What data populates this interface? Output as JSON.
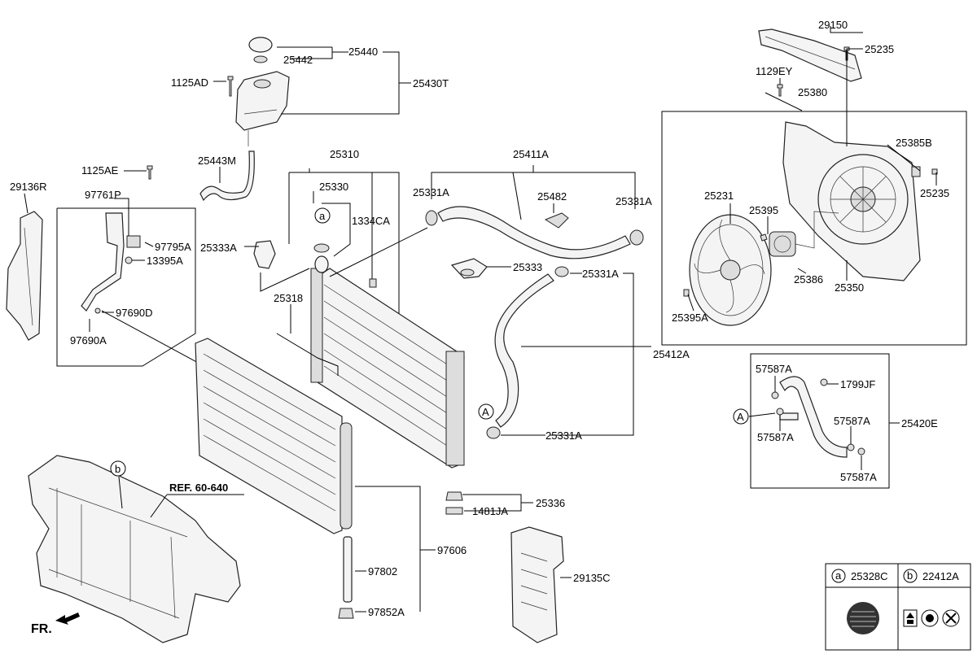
{
  "labels": {
    "p29150": "29150",
    "p25235_top": "25235",
    "p1129EY": "1129EY",
    "p25380": "25380",
    "p25385B": "25385B",
    "p25235_right": "25235",
    "p25231": "25231",
    "p25395": "25395",
    "p25386": "25386",
    "p25350": "25350",
    "p25395A": "25395A",
    "p25440": "25440",
    "p25442": "25442",
    "p1125AD": "1125AD",
    "p25430T": "25430T",
    "p25443M": "25443M",
    "p1125AE": "1125AE",
    "p29136R": "29136R",
    "p97761P": "97761P",
    "p97795A": "97795A",
    "p13395A": "13395A",
    "p97690D": "97690D",
    "p97690A": "97690A",
    "p25310": "25310",
    "p25330": "25330",
    "p1334CA": "1334CA",
    "p25333A": "25333A",
    "p25318": "25318",
    "p25411A": "25411A",
    "p25331A_1": "25331A",
    "p25482": "25482",
    "p25331A_2": "25331A",
    "p25333": "25333",
    "p25331A_3": "25331A",
    "p25412A": "25412A",
    "p25331A_4": "25331A",
    "p25336": "25336",
    "p1481JA": "1481JA",
    "p97606": "97606",
    "p97802": "97802",
    "p97852A": "97852A",
    "p29135C": "29135C",
    "p57587A_1": "57587A",
    "p1799JF": "1799JF",
    "p57587A_2": "57587A",
    "p57587A_3": "57587A",
    "p57587A_4": "57587A",
    "p25420E": "25420E",
    "ref": "REF. 60-640",
    "fr": "FR."
  },
  "callouts": {
    "a": "a",
    "b": "b",
    "A1": "A",
    "A2": "A"
  },
  "legend": {
    "a_letter": "a",
    "a_part": "25328C",
    "b_letter": "b",
    "b_part": "22412A"
  }
}
